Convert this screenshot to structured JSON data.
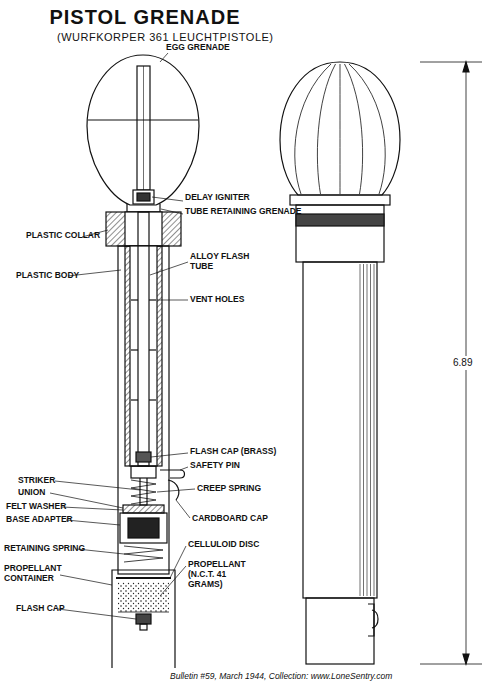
{
  "diagram": {
    "title": "PISTOL GRENADE",
    "caption": "Bulletin #59, March 1944, Collection: www.LoneSentry.com",
    "labels": [
      "(WURFKORPER 361 LEUCHTPISTOLE)",
      "EGG GRENADE",
      "DELAY IGNITER",
      "TUBE RETAINING GRENADE",
      "PLASTIC COLLAR",
      "ALLOY FLASH TUBE",
      "PLASTIC BODY",
      "VENT HOLES",
      "FLASH CAP (BRASS)",
      "SAFETY PIN",
      "STRIKER",
      "UNION",
      "CREEP SPRING",
      "FELT WASHER",
      "CARDBOARD CAP",
      "BASE ADAPTER",
      "RETAINING SPRING",
      "CELLULOID DISC",
      "PROPELLANT (N.C.T. 41 GRAMS)",
      "PROPELLANT CONTAINER",
      "FLASH CAP",
      "6.89"
    ]
  }
}
